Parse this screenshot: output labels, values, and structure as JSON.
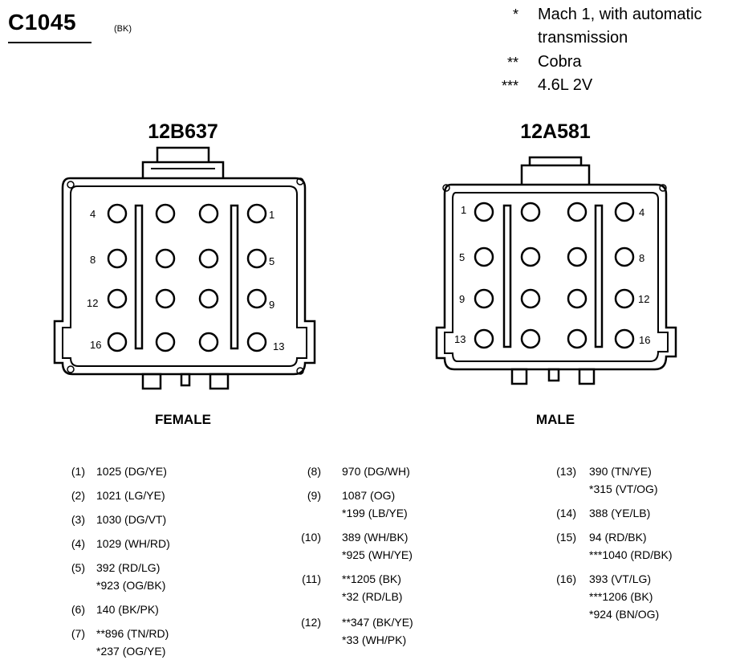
{
  "header": {
    "connector_id": "C1045",
    "connector_color": "(BK)"
  },
  "legend": [
    {
      "mark": "*",
      "text": "Mach 1, with automatic",
      "text2": "transmission"
    },
    {
      "mark": "**",
      "text": "Cobra"
    },
    {
      "mark": "***",
      "text": "4.6L 2V"
    }
  ],
  "connectors": {
    "female": {
      "part": "12B637",
      "label": "FEMALE",
      "pin_labels": [
        "4",
        "1",
        "8",
        "5",
        "12",
        "9",
        "16",
        "13"
      ]
    },
    "male": {
      "part": "12A581",
      "label": "MALE",
      "pin_labels": [
        "1",
        "4",
        "5",
        "8",
        "9",
        "12",
        "13",
        "16"
      ]
    }
  },
  "pins": [
    {
      "num": "(1)",
      "wires": [
        "1025 (DG/YE)"
      ]
    },
    {
      "num": "(2)",
      "wires": [
        "1021 (LG/YE)"
      ]
    },
    {
      "num": "(3)",
      "wires": [
        "1030 (DG/VT)"
      ]
    },
    {
      "num": "(4)",
      "wires": [
        "1029 (WH/RD)"
      ]
    },
    {
      "num": "(5)",
      "wires": [
        "392 (RD/LG)",
        "*923 (OG/BK)"
      ]
    },
    {
      "num": "(6)",
      "wires": [
        "140 (BK/PK)"
      ]
    },
    {
      "num": "(7)",
      "wires": [
        "**896 (TN/RD)",
        "*237 (OG/YE)"
      ]
    },
    {
      "num": "(8)",
      "wires": [
        "970 (DG/WH)"
      ]
    },
    {
      "num": "(9)",
      "wires": [
        "1087 (OG)",
        "*199 (LB/YE)"
      ]
    },
    {
      "num": "(10)",
      "wires": [
        "389 (WH/BK)",
        "*925 (WH/YE)"
      ]
    },
    {
      "num": "(11)",
      "wires": [
        "**1205 (BK)",
        "*32 (RD/LB)"
      ]
    },
    {
      "num": "(12)",
      "wires": [
        "**347 (BK/YE)",
        "*33 (WH/PK)"
      ]
    },
    {
      "num": "(13)",
      "wires": [
        "390 (TN/YE)",
        "*315 (VT/OG)"
      ]
    },
    {
      "num": "(14)",
      "wires": [
        "388 (YE/LB)"
      ]
    },
    {
      "num": "(15)",
      "wires": [
        "94 (RD/BK)",
        "***1040 (RD/BK)"
      ]
    },
    {
      "num": "(16)",
      "wires": [
        "393 (VT/LG)",
        "***1206 (BK)",
        "*924 (BN/OG)"
      ]
    }
  ]
}
